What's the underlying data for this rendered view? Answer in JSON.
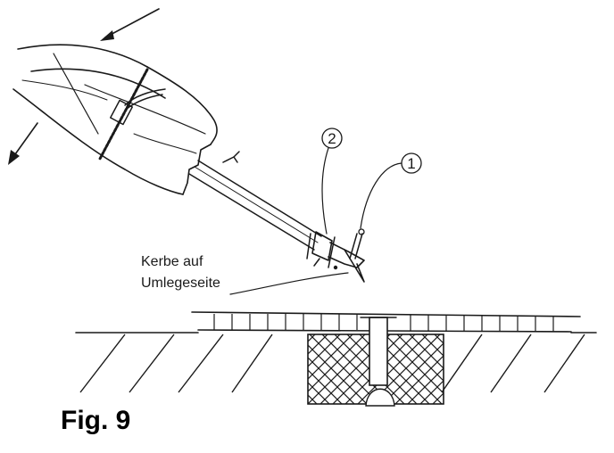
{
  "callouts": [
    {
      "number": "1"
    },
    {
      "number": "2"
    }
  ],
  "notch_label_line1": "Kerbe auf",
  "notch_label_line2": "Umlegeseite",
  "figure_caption": "Fig. 9"
}
